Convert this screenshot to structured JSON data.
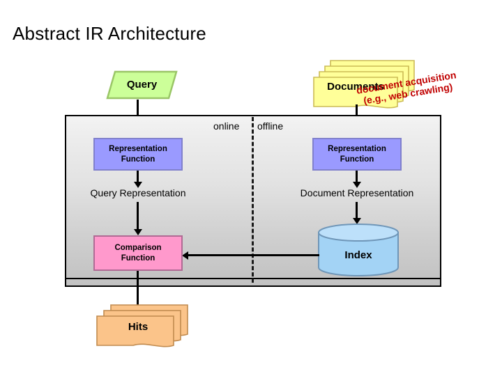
{
  "slide": {
    "title": "Abstract IR Architecture",
    "background_color": "#ffffff"
  },
  "diagram": {
    "panel": {
      "name": "ir-system-panel",
      "fill_top": "#f3f3f3",
      "fill_bottom": "#c2c2c2",
      "border_color": "#000000"
    },
    "divider": {
      "style": "dashed",
      "left_label": "online",
      "right_label": "offline"
    },
    "nodes": {
      "query": {
        "label": "Query",
        "shape": "parallelogram",
        "fill": "#ccff99",
        "stroke": "#99cc66"
      },
      "documents": {
        "label": "Documents",
        "shape": "document-stack",
        "fill": "#ffff99",
        "stroke": "#cccc66",
        "count": 4
      },
      "query_representation_function": {
        "label_line1": "Representation",
        "label_line2": "Function",
        "shape": "rectangle",
        "fill": "#9a9aff",
        "stroke": "#8080cc"
      },
      "document_representation_function": {
        "label_line1": "Representation",
        "label_line2": "Function",
        "shape": "rectangle",
        "fill": "#9a9aff",
        "stroke": "#8080cc"
      },
      "query_representation": {
        "label": "Query Representation"
      },
      "document_representation": {
        "label": "Document Representation"
      },
      "comparison_function": {
        "label_line1": "Comparison",
        "label_line2": "Function",
        "shape": "rectangle",
        "fill": "#ff99cc",
        "stroke": "#b06a94"
      },
      "index": {
        "label": "Index",
        "shape": "cylinder",
        "fill": "#a3d3f5",
        "stroke": "#6f96b8"
      },
      "hits": {
        "label": "Hits",
        "shape": "document-stack",
        "fill": "#fbc48a",
        "stroke": "#c08a4e",
        "count": 3
      }
    },
    "annotation": {
      "line1": "document acquisition",
      "line2": "(e.g., web crawling)",
      "color": "#c00000",
      "rotation_deg": -9
    }
  }
}
